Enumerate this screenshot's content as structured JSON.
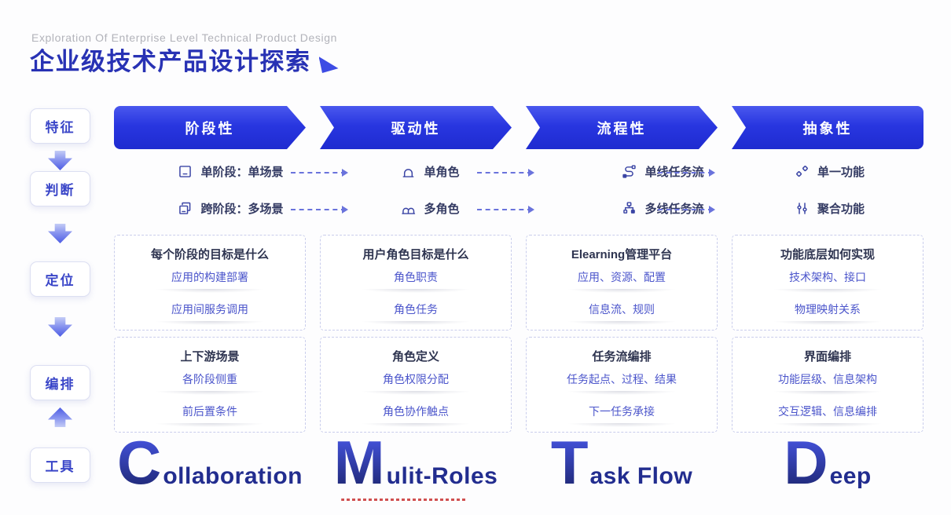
{
  "page": {
    "subtitle": "Exploration Of Enterprise Level Technical Product Design",
    "title": "企业级技术产品设计探索"
  },
  "sidebar": {
    "steps": [
      {
        "label": "特征",
        "arrow_after": "down"
      },
      {
        "label": "判断",
        "arrow_after": "down"
      },
      {
        "label": "定位",
        "arrow_after": "down"
      },
      {
        "label": "编排",
        "arrow_after": "up"
      },
      {
        "label": "工具",
        "arrow_after": "none"
      }
    ]
  },
  "columns": [
    {
      "header": "阶段性",
      "features": [
        {
          "icon": "single-stage-icon",
          "label": "单阶段：单场景"
        },
        {
          "icon": "multi-stage-icon",
          "label": "跨阶段：多场景"
        }
      ],
      "cards": [
        {
          "title": "每个阶段的目标是什么",
          "links": [
            "应用的构建部署",
            "应用间服务调用"
          ]
        },
        {
          "title": "上下游场景",
          "links": [
            "各阶段侧重",
            "前后置条件"
          ]
        }
      ],
      "keyword": {
        "initial": "C",
        "rest": "ollaboration"
      }
    },
    {
      "header": "驱动性",
      "features": [
        {
          "icon": "single-role-icon",
          "label": "单角色"
        },
        {
          "icon": "multi-role-icon",
          "label": "多角色"
        }
      ],
      "cards": [
        {
          "title": "用户角色目标是什么",
          "links": [
            "角色职责",
            "角色任务"
          ]
        },
        {
          "title": "角色定义",
          "links": [
            "角色权限分配",
            "角色协作触点"
          ]
        }
      ],
      "keyword": {
        "initial": "M",
        "rest": "ulit-Roles"
      }
    },
    {
      "header": "流程性",
      "features": [
        {
          "icon": "single-taskflow-icon",
          "label": "单线任务流"
        },
        {
          "icon": "multi-taskflow-icon",
          "label": "多线任务流"
        }
      ],
      "cards": [
        {
          "title": "Elearning管理平台",
          "links": [
            "应用、资源、配置",
            "信息流、规则"
          ]
        },
        {
          "title": "任务流编排",
          "links": [
            "任务起点、过程、结果",
            "下一任务承接"
          ]
        }
      ],
      "keyword": {
        "initial": "T",
        "rest": "ask Flow"
      }
    },
    {
      "header": "抽象性",
      "features": [
        {
          "icon": "single-function-icon",
          "label": "单一功能"
        },
        {
          "icon": "aggregate-function-icon",
          "label": "聚合功能"
        }
      ],
      "cards": [
        {
          "title": "功能底层如何实现",
          "links": [
            "技术架构、接口",
            "物理映射关系"
          ]
        },
        {
          "title": "界面编排",
          "links": [
            "功能层级、信息架构",
            "交互逻辑、信息编排"
          ]
        }
      ],
      "keyword": {
        "initial": "D",
        "rest": "eep"
      }
    }
  ],
  "colors": {
    "header_blue": "#2733d8",
    "title_navy": "#2832b4",
    "sidebar_blue": "#3a46c8",
    "link_blue": "#4b55cb",
    "arrow_dash_blue": "#6a73dc",
    "keyword_navy": "#222d8f",
    "misspell_red": "#d05050"
  }
}
